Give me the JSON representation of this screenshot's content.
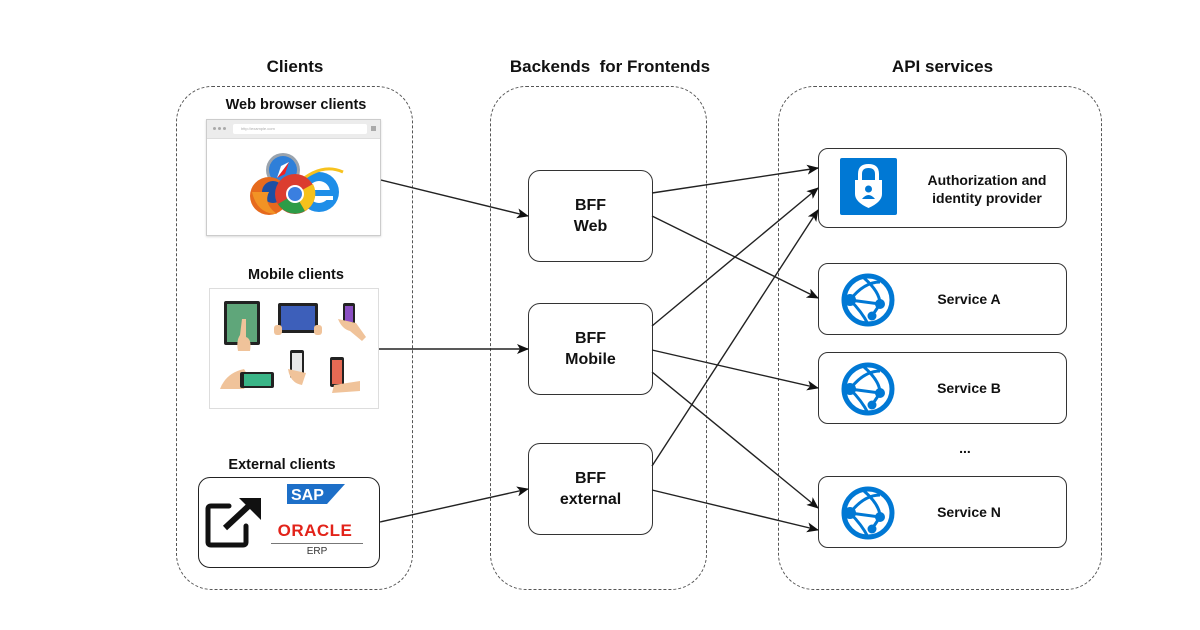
{
  "columns": {
    "clients": {
      "title": "Clients"
    },
    "bff": {
      "title": "Backends  for Frontends"
    },
    "api": {
      "title": "API services"
    }
  },
  "clients": {
    "web": {
      "title": "Web browser clients",
      "url_text": "http://example.com",
      "icons": [
        "safari-icon",
        "firefox-icon",
        "chrome-icon",
        "internet-explorer-icon"
      ]
    },
    "mobile": {
      "title": "Mobile clients",
      "devices": [
        "tablet-green",
        "tablet-blue",
        "phone-purple",
        "phone-green-landscape",
        "phone-white",
        "phone-red"
      ]
    },
    "external": {
      "title": "External clients",
      "brands": {
        "sap": "SAP",
        "oracle": "ORACLE",
        "erp": "ERP"
      }
    }
  },
  "bffs": [
    {
      "id": "web",
      "line1": "BFF",
      "line2": "Web"
    },
    {
      "id": "mobile",
      "line1": "BFF",
      "line2": "Mobile"
    },
    {
      "id": "external",
      "line1": "BFF",
      "line2": "external"
    }
  ],
  "services": {
    "auth": {
      "line1": "Authorization and",
      "line2": "identity provider",
      "icon": "shield-lock-icon"
    },
    "list": [
      {
        "id": "a",
        "label": "Service A",
        "icon": "globe-network-icon"
      },
      {
        "id": "b",
        "label": "Service B",
        "icon": "globe-network-icon"
      },
      {
        "id": "n",
        "label": "Service N",
        "icon": "globe-network-icon"
      }
    ],
    "ellipsis": "..."
  },
  "connections": [
    {
      "from": "web-browser-clients",
      "to": "bff-web"
    },
    {
      "from": "mobile-clients",
      "to": "bff-mobile"
    },
    {
      "from": "external-clients",
      "to": "bff-external"
    },
    {
      "from": "bff-web",
      "to": "auth-provider"
    },
    {
      "from": "bff-web",
      "to": "service-a"
    },
    {
      "from": "bff-mobile",
      "to": "auth-provider"
    },
    {
      "from": "bff-mobile",
      "to": "service-b"
    },
    {
      "from": "bff-mobile",
      "to": "service-n"
    },
    {
      "from": "bff-external",
      "to": "auth-provider"
    },
    {
      "from": "bff-external",
      "to": "service-n"
    }
  ],
  "colors": {
    "azure_blue": "#0078d4",
    "sap_blue": "#1d6fc8",
    "oracle_red": "#e2231a",
    "line": "#222222"
  }
}
